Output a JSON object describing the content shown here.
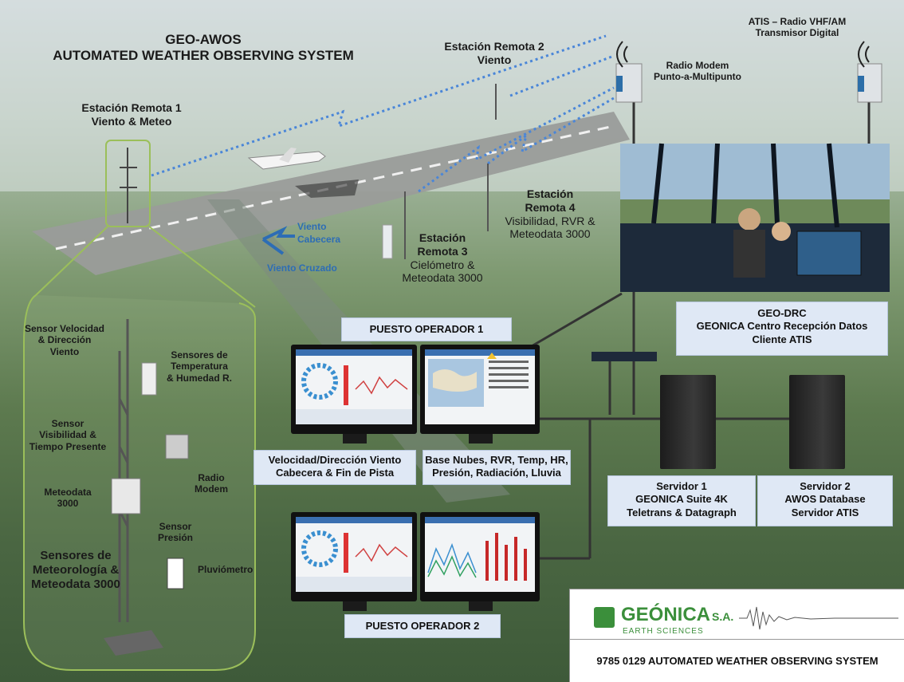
{
  "header": {
    "title_line1": "GEO-AWOS",
    "title_line2": "AUTOMATED WEATHER OBSERVING  SYSTEM"
  },
  "stations": {
    "remote1": {
      "line1": "Estación Remota 1",
      "line2": "Viento  & Meteo"
    },
    "remote2": {
      "line1": "Estación Remota 2",
      "line2": "Viento"
    },
    "remote3": {
      "line1": "Estación",
      "line2": "Remota 3",
      "line3": "Cielómetro &",
      "line4": "Meteodata 3000"
    },
    "remote4": {
      "line1": "Estación",
      "line2": "Remota 4",
      "line3": "Visibilidad, RVR &",
      "line4": "Meteodata 3000"
    }
  },
  "radio": {
    "atis_line1": "ATIS – Radio VHF/AM",
    "atis_line2": "Transmisor Digital",
    "modem_line1": "Radio Modem",
    "modem_line2": "Punto-a-Multipunto"
  },
  "wind": {
    "head": "Viento",
    "head2": "Cabecera",
    "cross": "Viento Cruzado"
  },
  "sensors": {
    "speed_dir": [
      "Sensor Velocidad",
      "& Dirección",
      "Viento"
    ],
    "temp": [
      "Sensores de",
      "Temperatura",
      "& Humedad R."
    ],
    "visibility": [
      "Sensor",
      "Visibilidad &",
      "Tiempo Presente"
    ],
    "radio_modem": [
      "Radio",
      "Modem"
    ],
    "meteodata": [
      "Meteodata",
      "3000"
    ],
    "pressure": [
      "Sensor",
      "Presión"
    ],
    "rain": "Pluviómetro",
    "group": [
      "Sensores de",
      "Meteorología &",
      "Meteodata 3000"
    ]
  },
  "operators": {
    "op1": "PUESTO OPERADOR 1",
    "op2": "PUESTO OPERADOR 2",
    "screen1_caption": [
      "Velocidad/Dirección Viento",
      "Cabecera & Fin de Pista"
    ],
    "screen2_caption": [
      "Base Nubes, RVR, Temp, HR,",
      "Presión, Radiación, Lluvia"
    ]
  },
  "drc": [
    "GEO-DRC",
    "GEONICA Centro Recepción Datos",
    "Cliente ATIS"
  ],
  "servers": {
    "s1": [
      "Servidor 1",
      "GEONICA Suite 4K",
      "Teletrans & Datagraph"
    ],
    "s2": [
      "Servidor 2",
      "AWOS Database",
      "Servidor ATIS"
    ]
  },
  "logo": {
    "brand": "GEÓNICA",
    "suffix": "S.A.",
    "tagline": "EARTH SCIENCES",
    "footer": "9785 0129 AUTOMATED WEATHER OBSERVING  SYSTEM"
  },
  "colors": {
    "link_dotted": "#4a86d8",
    "box_fill": "#dfe8f5",
    "brand_green": "#3b8f3b",
    "wind_arrow": "#2d6db5"
  }
}
